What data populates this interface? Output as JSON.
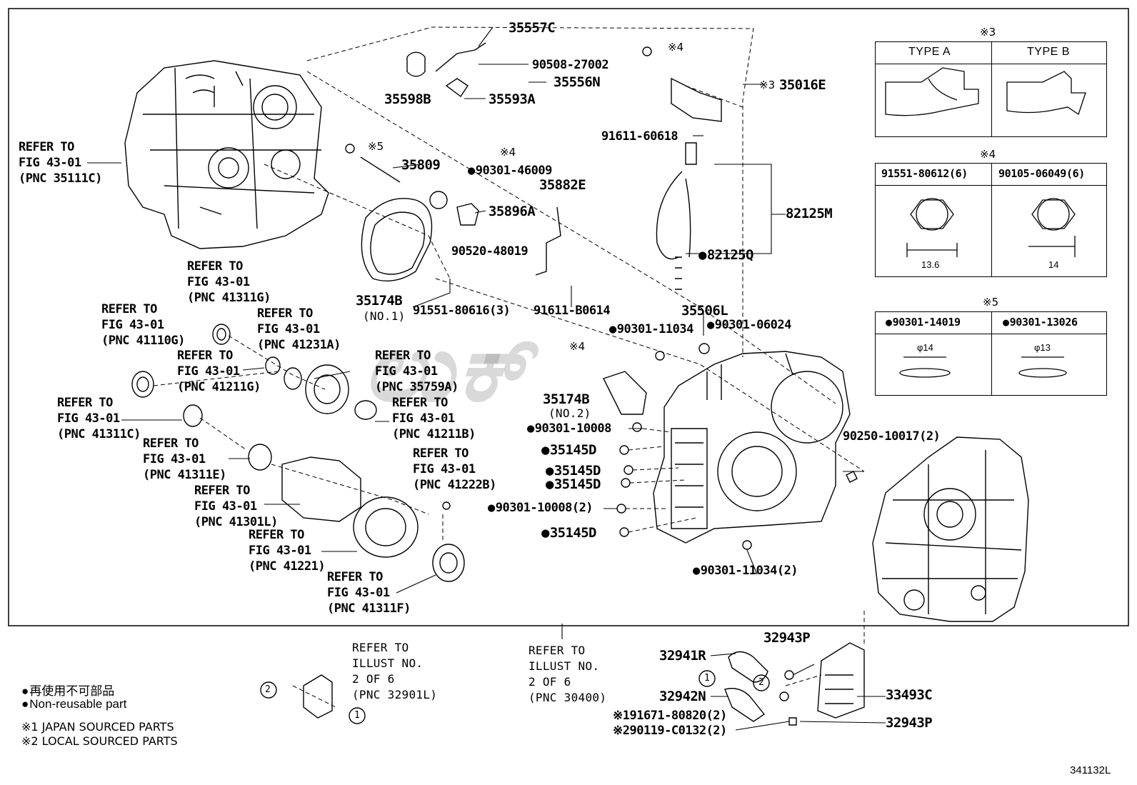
{
  "watermark": "ಲುಕ್",
  "diagram_id": "341132L",
  "parts": {
    "p35557C": "35557C",
    "p90508": "90508-27002",
    "p35556N": "35556N",
    "p35598B": "35598B",
    "p35593A": "35593A",
    "m4a": "※4",
    "m4b": "※4",
    "m4c": "※4",
    "m5": "※5",
    "p35809": "35809",
    "p90301_46009": "90301-46009",
    "p35882E": "35882E",
    "p35896A": "35896A",
    "p90520": "90520-48019",
    "p35174B_1": "35174B",
    "p35174B_1n": "(NO.1)",
    "p91551_3": "91551-80616(3)",
    "p91611_B": "91611-B0614",
    "m3": "※3",
    "p35016E": "35016E",
    "p91611_60618": "91611-60618",
    "p82125M": "82125M",
    "p82125Q": "82125Q",
    "p35506L": "35506L",
    "p90301_11034": "90301-11034",
    "p90301_06024": "90301-06024",
    "p35174B_2": "35174B",
    "p35174B_2n": "(NO.2)",
    "p90301_10008": "90301-10008",
    "p35145D_a": "35145D",
    "p35145D_b": "35145D",
    "p35145D_c": "35145D",
    "p90301_10008_2": "90301-10008(2)",
    "p35145D_d": "35145D",
    "p90301_11034_2": "90301-11034(2)",
    "p90250": "90250-10017(2)",
    "p32943P_top": "32943P",
    "p32941R": "32941R",
    "p32942N": "32942N",
    "p33493C": "33493C",
    "p32943P_bot": "32943P",
    "p91671": "※191671-80820(2)",
    "p90119": "※290119-C0132(2)"
  },
  "refs": [
    {
      "lines": [
        "REFER TO",
        "FIG 43-01",
        "(PNC 35111C)"
      ]
    },
    {
      "lines": [
        "REFER TO",
        "FIG 43-01",
        "(PNC 41311G)"
      ]
    },
    {
      "lines": [
        "REFER TO",
        "FIG 43-01",
        "(PNC 41110G)"
      ]
    },
    {
      "lines": [
        "REFER TO",
        "FIG 43-01",
        "(PNC 41231A)"
      ]
    },
    {
      "lines": [
        "REFER TO",
        "FIG 43-01",
        "(PNC 41211G)"
      ]
    },
    {
      "lines": [
        "REFER TO",
        "FIG 43-01",
        "(PNC 35759A)"
      ]
    },
    {
      "lines": [
        "REFER TO",
        "FIG 43-01",
        "(PNC 41311C)"
      ]
    },
    {
      "lines": [
        "REFER TO",
        "FIG 43-01",
        "(PNC 41211B)"
      ]
    },
    {
      "lines": [
        "REFER TO",
        "FIG 43-01",
        "(PNC 41311E)"
      ]
    },
    {
      "lines": [
        "REFER TO",
        "FIG 43-01",
        "(PNC 41222B)"
      ]
    },
    {
      "lines": [
        "REFER TO",
        "FIG 43-01",
        "(PNC 41301L)"
      ]
    },
    {
      "lines": [
        "REFER TO",
        "FIG 43-01",
        "(PNC 41221)"
      ]
    },
    {
      "lines": [
        "REFER TO",
        "FIG 43-01",
        "(PNC 41311F)"
      ]
    },
    {
      "lines": [
        "REFER TO",
        "ILLUST NO.",
        "2 OF 6",
        "(PNC 32901L)"
      ]
    },
    {
      "lines": [
        "REFER TO",
        "ILLUST NO.",
        "2 OF 6",
        "(PNC 30400)"
      ]
    }
  ],
  "tables": {
    "t3": {
      "mark": "※3",
      "a": "TYPE A",
      "b": "TYPE B"
    },
    "t4": {
      "mark": "※4",
      "a": "91551-80612(6)",
      "b": "90105-06049(6)",
      "dim_a": "13.6",
      "dim_b": "14"
    },
    "t5": {
      "mark": "※5",
      "a": "90301-14019",
      "b": "90301-13026",
      "dim_a": "φ14",
      "dim_b": "φ13"
    }
  },
  "circles": {
    "one": "1",
    "two": "2"
  },
  "legend": {
    "jp": "再使用不可部品",
    "en": "Non-reusable part",
    "n1": "※1  JAPAN SOURCED PARTS",
    "n2": "※2  LOCAL SOURCED PARTS"
  }
}
